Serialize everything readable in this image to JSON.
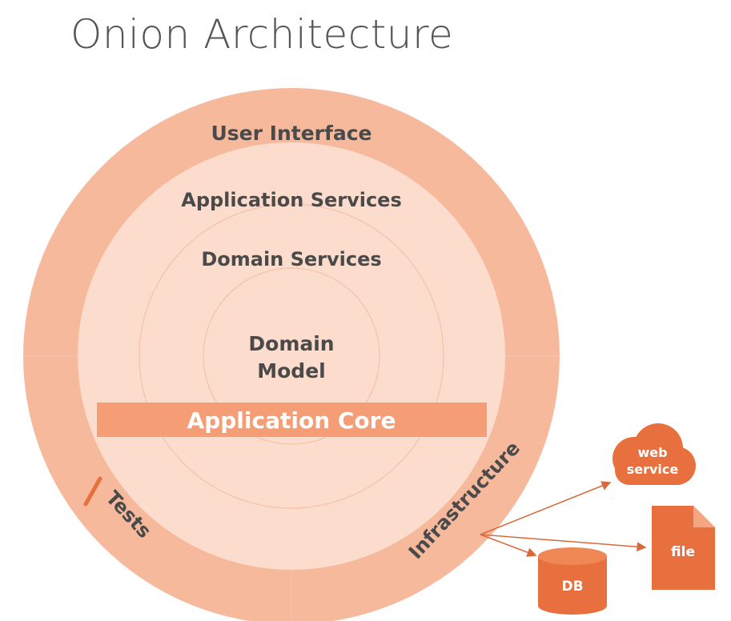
{
  "title": "Onion Architecture",
  "layers": {
    "user_interface": "User Interface",
    "application_services": "Application Services",
    "domain_services": "Domain Services",
    "domain_model_line1": "Domain",
    "domain_model_line2": "Model",
    "application_core": "Application Core",
    "tests": "Tests",
    "infrastructure": "Infrastructure"
  },
  "externals": {
    "web_service_line1": "web",
    "web_service_line2": "service",
    "file": "file",
    "db": "DB"
  },
  "colors": {
    "outer_ring": "#f7b99c",
    "inner_area": "#fbdccd",
    "core_bar": "#f59d74",
    "accent": "#e8703f",
    "text": "#4a4a4a"
  }
}
